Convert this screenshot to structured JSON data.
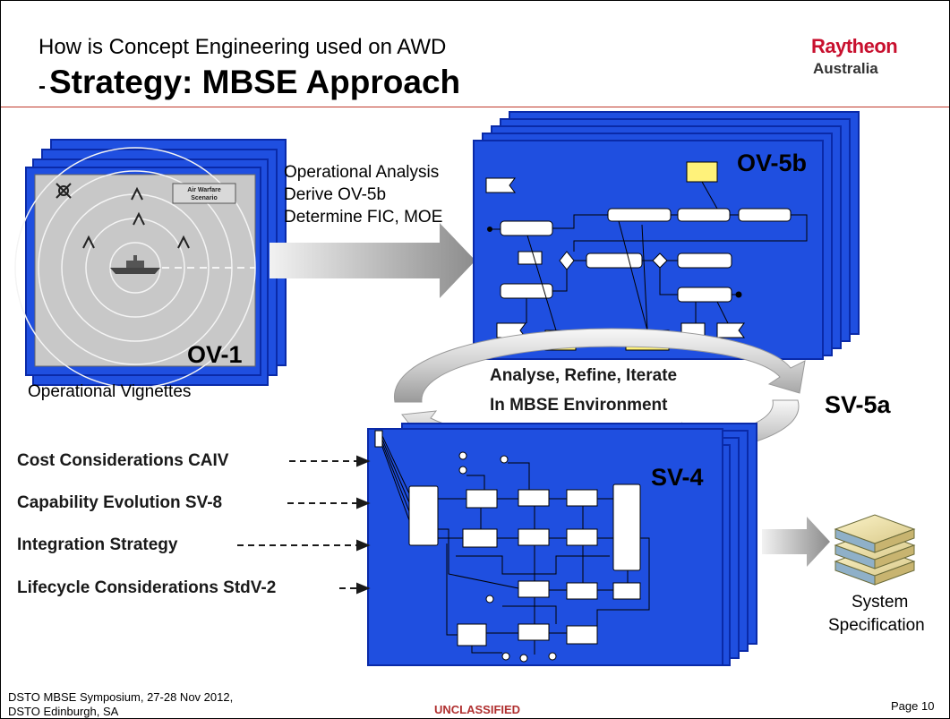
{
  "title": {
    "line1": "How is Concept Engineering used on AWD",
    "line2_prefix": "-",
    "line2": "Strategy: MBSE Approach"
  },
  "logo": {
    "brand": "Raytheon",
    "sub": "Australia"
  },
  "ov1": {
    "label": "OV-1",
    "caption": "Operational Vignettes",
    "scenario_line1": "Air Warfare",
    "scenario_line2": "Scenario"
  },
  "ov5b": {
    "label": "OV-5b"
  },
  "analysis": {
    "line1": "Operational Analysis",
    "line2": "Derive OV-5b",
    "line3": "Determine FIC, MOE"
  },
  "cycle": {
    "line1": "Analyse, Refine, Iterate",
    "line2": "In MBSE Environment"
  },
  "sv5a": {
    "label": "SV-5a"
  },
  "sv4": {
    "label": "SV-4"
  },
  "considerations": [
    {
      "label": "Cost Considerations CAIV"
    },
    {
      "label": "Capability Evolution SV-8"
    },
    {
      "label": "Integration Strategy"
    },
    {
      "label": "Lifecycle Considerations StdV-2"
    }
  ],
  "spec": {
    "line1": "System",
    "line2": "Specification"
  },
  "footer": {
    "left_line1": "DSTO MBSE Symposium, 27-28 Nov 2012,",
    "left_line2": "DSTO Edinburgh, SA",
    "classification": "UNCLASSIFIED",
    "page": "Page 10"
  },
  "colors": {
    "panel_blue": "#1f4fe0",
    "panel_dark": "#0a2aa8",
    "note_yellow": "#fff27a",
    "brand_red": "#c8102e"
  }
}
